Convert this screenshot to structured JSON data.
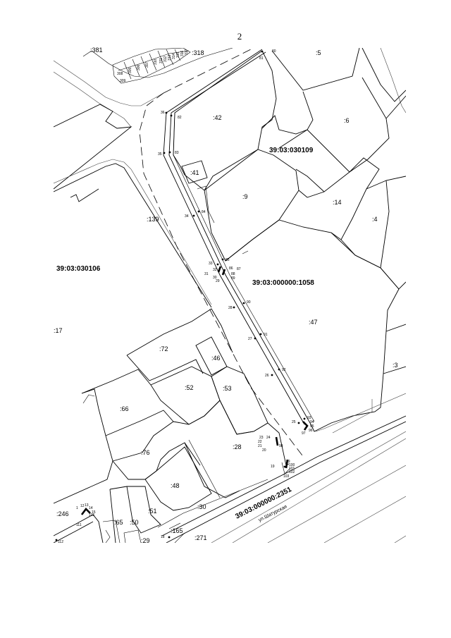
{
  "page_number": "2",
  "blocks": {
    "block_030109": "39:03:030109",
    "block_030106": "39:03:030106",
    "parcel_1058": "39:03:000000:1058",
    "parcel_2351": "39:03:000000:2351"
  },
  "street_name": "ул.Шатурская",
  "parcels": {
    "p5": ":5",
    "p6": ":6",
    "p42": ":42",
    "p41": ":41",
    "p9": ":9",
    "p14": ":14",
    "p4": ":4",
    "p139": ":139",
    "p47": ":47",
    "p17": ":17",
    "p72": ":72",
    "p46": ":46",
    "p3": ":3",
    "p52": ":52",
    "p53": ":53",
    "p66": ":66",
    "p76": ":76",
    "p28": ":28",
    "p48": ":48",
    "p51": ":51",
    "p30": ":30",
    "p50": ":50",
    "p65": ":65",
    "p29": ":29",
    "p271": ":271",
    "p165": ":165",
    "p246": ":246",
    "p318": ":318",
    "p381": ":381"
  },
  "points": {
    "n80": "80",
    "n81": "81",
    "n36": "36",
    "n82": "82",
    "n35": "35",
    "n83": "83",
    "n34": "34",
    "n84": "84",
    "n33": "33",
    "n85": "85",
    "n32": "32",
    "n31": "31",
    "n30": "30",
    "n29": "29",
    "n86": "86",
    "n87": "87",
    "n88": "88",
    "n89": "89",
    "n28": "28",
    "n90": "90",
    "n27": "27",
    "n91": "91",
    "n26": "26",
    "n92": "92",
    "n25": "25",
    "n93": "93",
    "n94": "94",
    "n95": "95",
    "n96": "96",
    "n97": "97",
    "n23": "23",
    "n24": "24",
    "n22": "22",
    "n21": "21",
    "n20": "20",
    "n98": "98",
    "n19": "19",
    "n99": "99",
    "n100": "100",
    "n101": "101",
    "n102": "102",
    "n103": "103",
    "n18": "18",
    "n111": "111",
    "n112": "112",
    "n115": "115",
    "n121": "121",
    "n1": "1",
    "n12": "12",
    "n13": "13",
    "n14": "14",
    "n15": "15"
  },
  "small_lots": {
    "l308": "308",
    "l309": "309",
    "l305": "305",
    "l306": "306",
    "l307": "307",
    "l310": "310",
    "l311": "311",
    "l312": "312",
    "l313": "313",
    "l314": "314",
    "l315": "315",
    "l316": "316",
    "l317": "317"
  }
}
